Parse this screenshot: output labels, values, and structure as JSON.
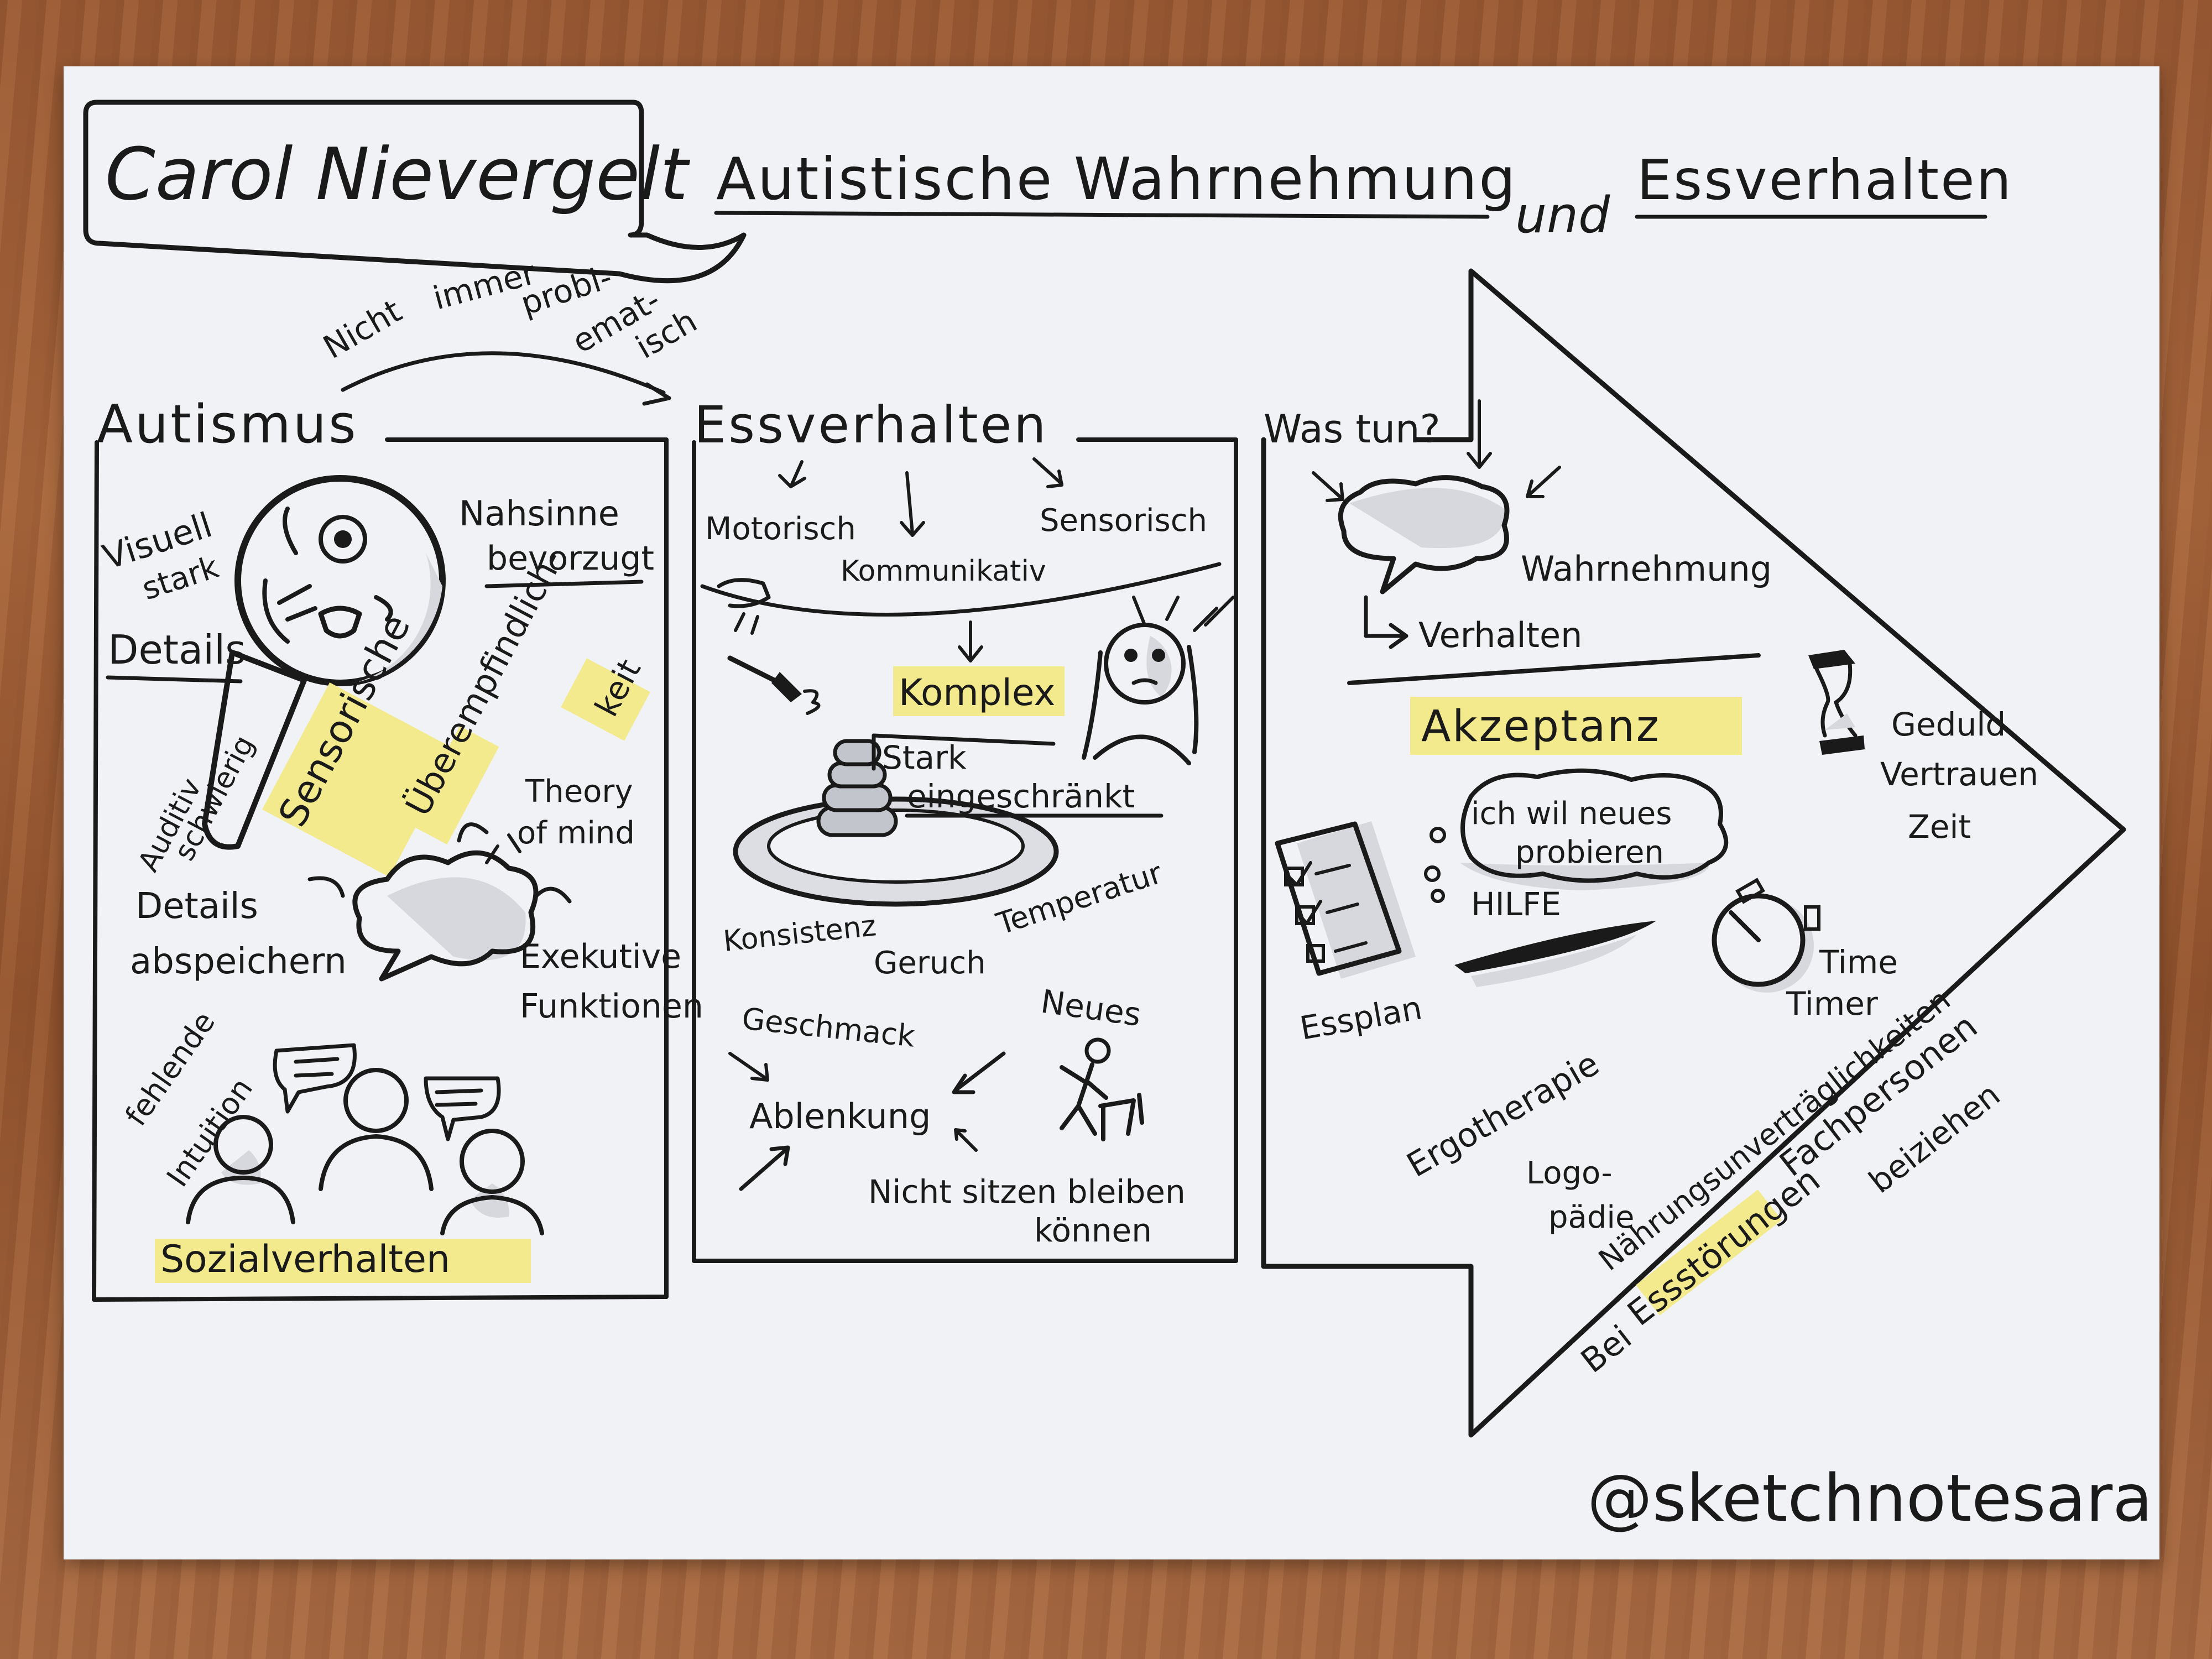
{
  "header": {
    "author": "Carol Nievergelt",
    "title_part1": "Autistische Wahrnehmung",
    "title_und": "und",
    "title_part2": "Essverhalten"
  },
  "arc_note": [
    "Nicht",
    "immer",
    "probl-",
    "emat-",
    "isch"
  ],
  "autismus": {
    "heading": "Autismus",
    "visuell": "Visuell",
    "stark": "stark",
    "details": "Details",
    "nahsinne": "Nahsinne",
    "bevorzugt": "bevorzugt",
    "sensorische": "Sensorische",
    "ueberempfindlich": "Überempfindlich-",
    "keit": "keit",
    "auditiv": "Auditiv",
    "schwierig": "schwierig",
    "theory": "Theory",
    "of_mind": "of mind",
    "details_abspeichern_1": "Details",
    "details_abspeichern_2": "abspeichern",
    "exekutive": "Exekutive",
    "funktionen": "Funktionen",
    "fehlende": "fehlende",
    "intuition": "Intuition",
    "sozialverhalten": "Sozialverhalten"
  },
  "essverhalten": {
    "heading": "Essverhalten",
    "motorisch": "Motorisch",
    "sensorisch": "Sensorisch",
    "kommunikativ": "Kommunikativ",
    "komplex": "Komplex",
    "stark": "Stark",
    "eingeschraenkt": "eingeschränkt",
    "konsistenz": "Konsistenz",
    "temperatur": "Temperatur",
    "geruch": "Geruch",
    "geschmack": "Geschmack",
    "neues": "Neues",
    "ablenkung": "Ablenkung",
    "nicht_sitzen": "Nicht sitzen bleiben",
    "koennen": "können"
  },
  "was_tun": {
    "heading": "Was tun?",
    "wahrnehmung": "Wahrnehmung",
    "verhalten": "Verhalten",
    "akzeptanz": "Akzeptanz",
    "geduld": "Geduld",
    "vertrauen": "Vertrauen",
    "zeit": "Zeit",
    "thought_1": "ich wil neues",
    "thought_2": "probieren",
    "hilfe": "HILFE",
    "essplan": "Essplan",
    "time": "Time",
    "timer": "Timer",
    "ergotherapie": "Ergotherapie",
    "logo": "Logo-",
    "paedie": "pädie",
    "bei": "Bei",
    "essstoerungen": "Essstörungen",
    "naehrungs": "Nährungsunverträglichkeiten",
    "fachpersonen": "Fachpersonen",
    "beiziehen": "beiziehen"
  },
  "signature": "@sketchnotesara",
  "colors": {
    "highlight": "#f2ea8c",
    "ink": "#1a1a1a",
    "paper": "#f1f2f5",
    "shadow": "#d6d8de"
  }
}
